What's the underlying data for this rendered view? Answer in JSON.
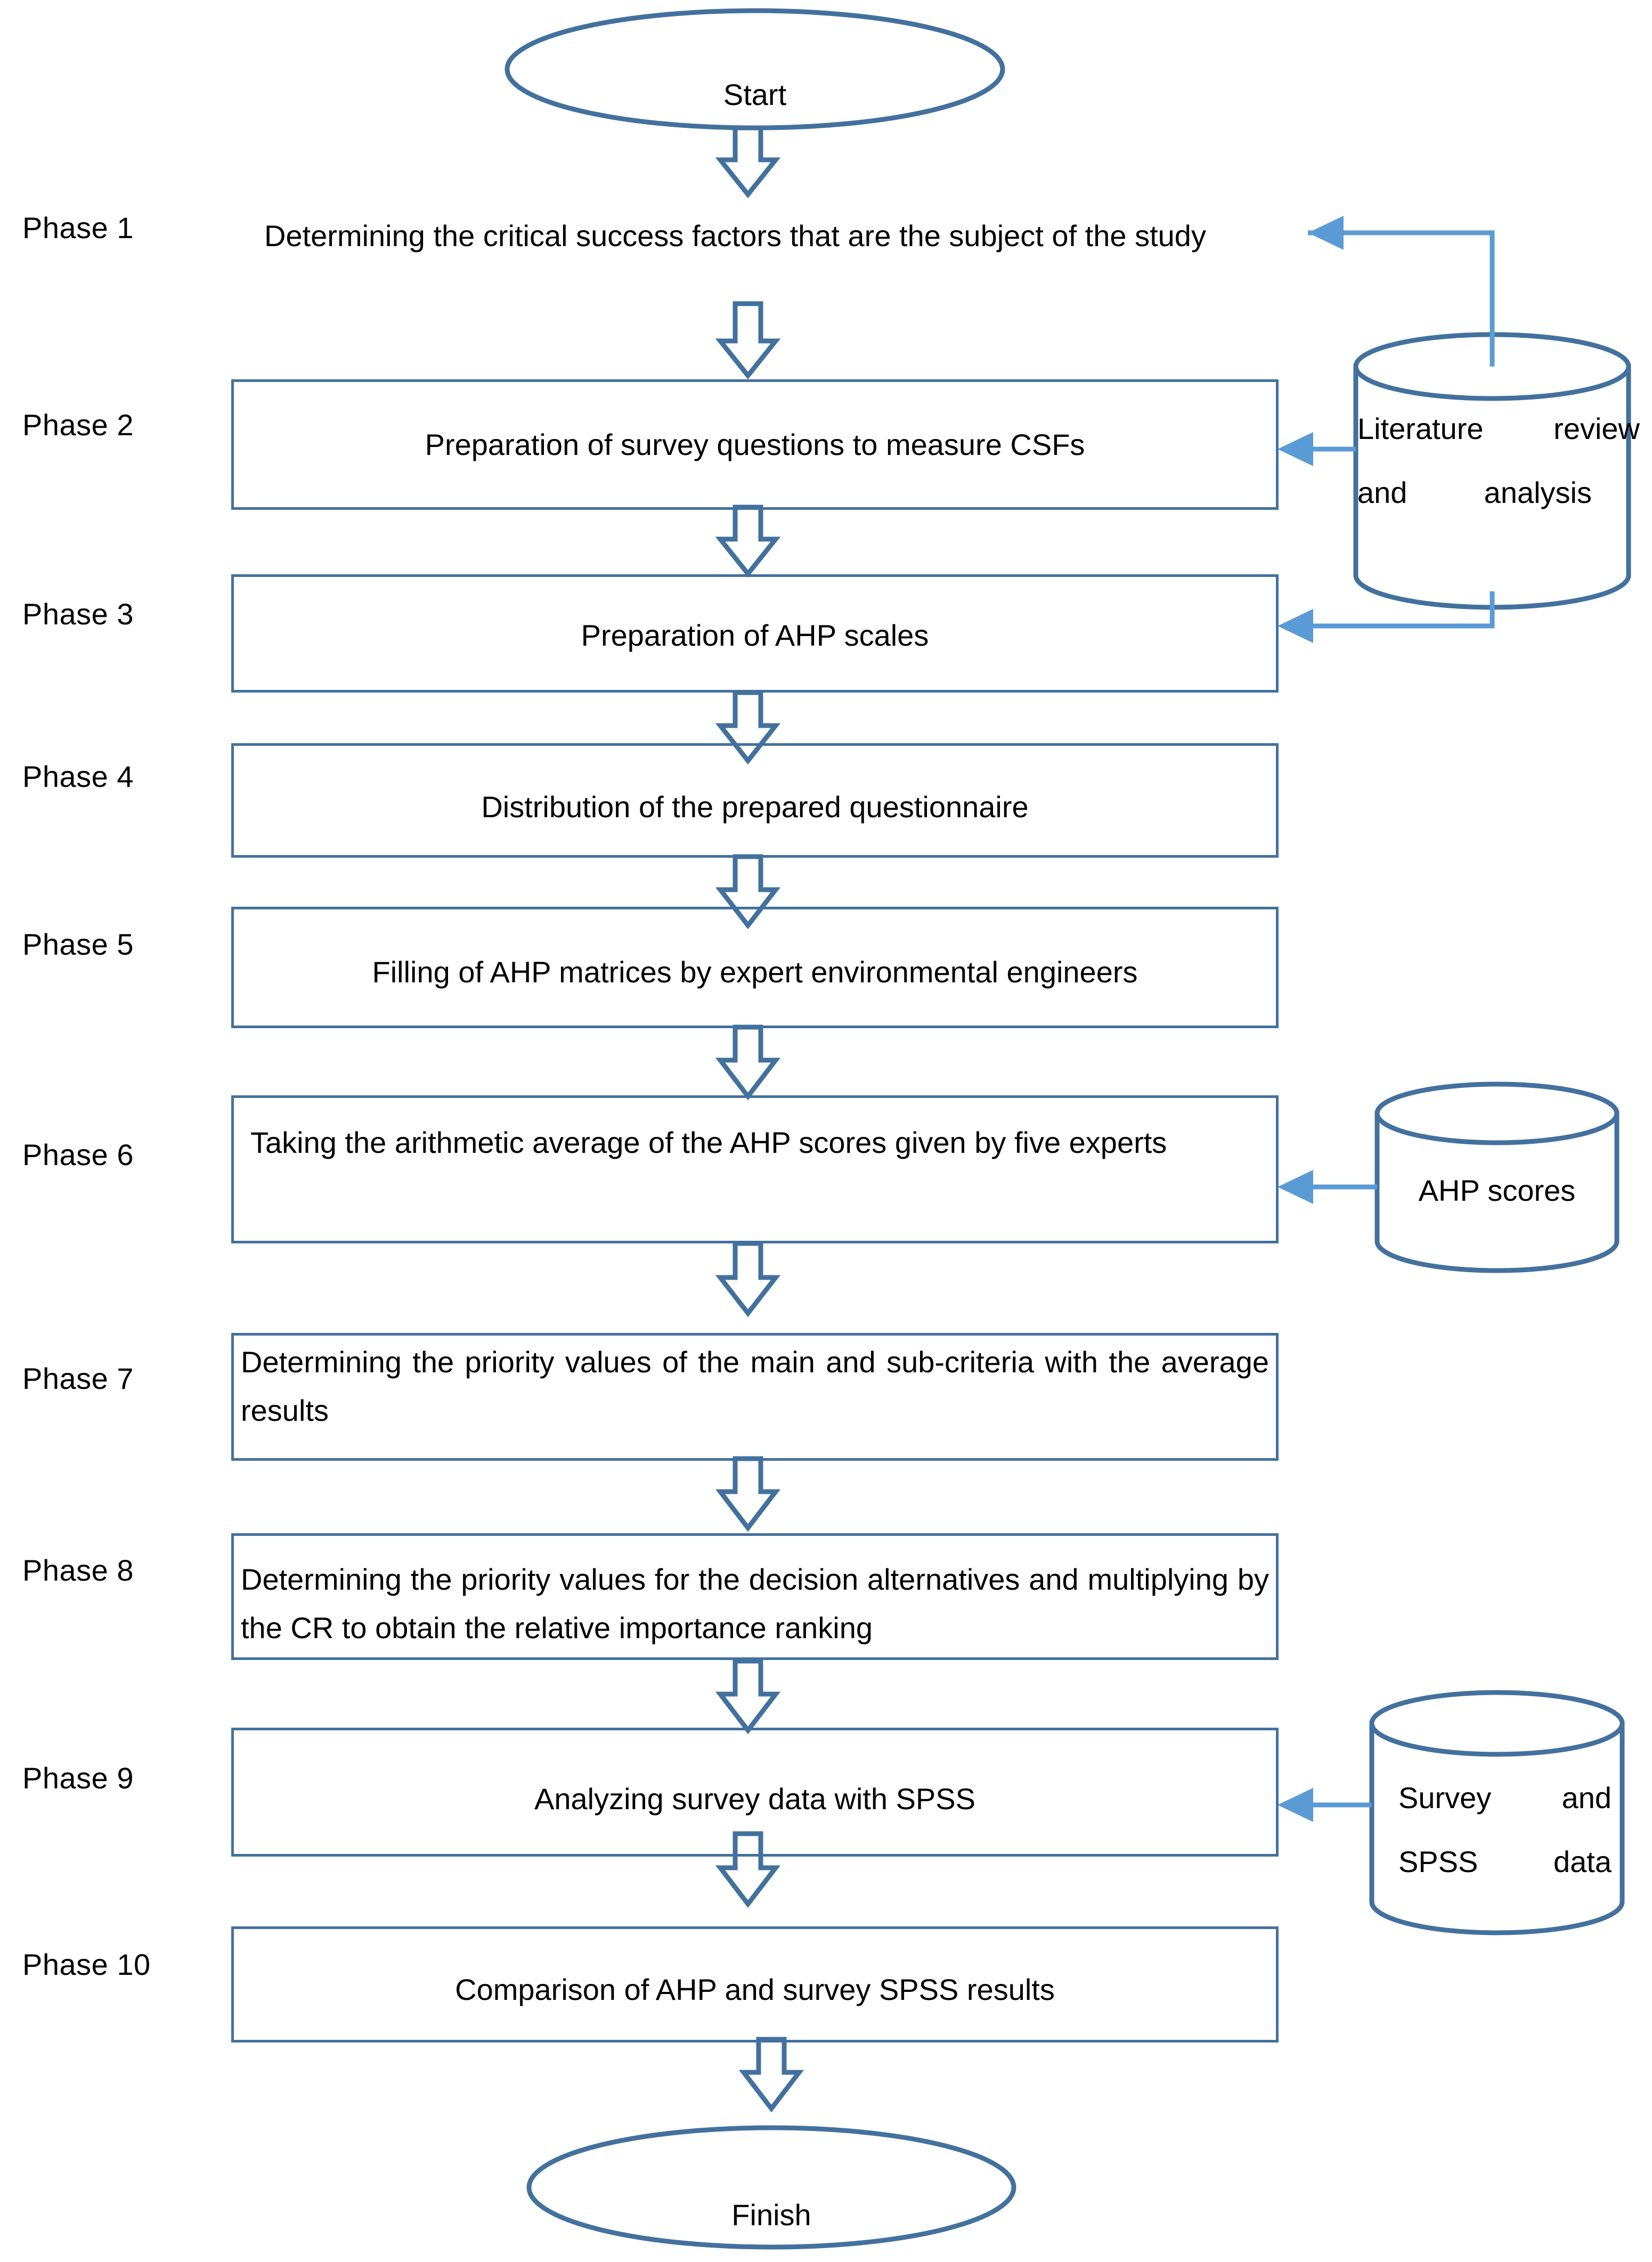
{
  "diagram": {
    "title": "AHP Research Methodology Flowchart",
    "colors": {
      "shape_stroke": "#43719E",
      "connector": "#5B9BD5",
      "text": "#000000",
      "background": "#FFFFFF"
    }
  },
  "terminators": {
    "start": "Start",
    "finish": "Finish"
  },
  "phases": [
    {
      "label": "Phase 1",
      "text": "Determining the critical success factors that are the subject of the study"
    },
    {
      "label": "Phase 2",
      "text": "Preparation of survey questions to measure CSFs"
    },
    {
      "label": "Phase 3",
      "text": "Preparation of AHP scales"
    },
    {
      "label": "Phase 4",
      "text": "Distribution of the prepared questionnaire"
    },
    {
      "label": "Phase 5",
      "text": "Filling of AHP matrices by expert environmental engineers"
    },
    {
      "label": "Phase 6",
      "text": "Taking the arithmetic average of the AHP scores given by five experts"
    },
    {
      "label": "Phase 7",
      "text": "Determining the priority values of the main and sub-criteria with the average results"
    },
    {
      "label": "Phase 8",
      "text": "Determining the priority values for the decision alternatives and multiplying by the CR to obtain the relative importance ranking"
    },
    {
      "label": "Phase 9",
      "text": "Analyzing survey data with SPSS"
    },
    {
      "label": "Phase 10",
      "text": "Comparison of AHP and survey SPSS results"
    }
  ],
  "datastores": [
    {
      "name": "literature-review",
      "line1": "Literature   review",
      "line2": "and   analysis"
    },
    {
      "name": "ahp-scores",
      "line1": "AHP scores",
      "line2": ""
    },
    {
      "name": "survey-spss-data",
      "line1": "Survey     and",
      "line2": "SPSS data"
    }
  ]
}
